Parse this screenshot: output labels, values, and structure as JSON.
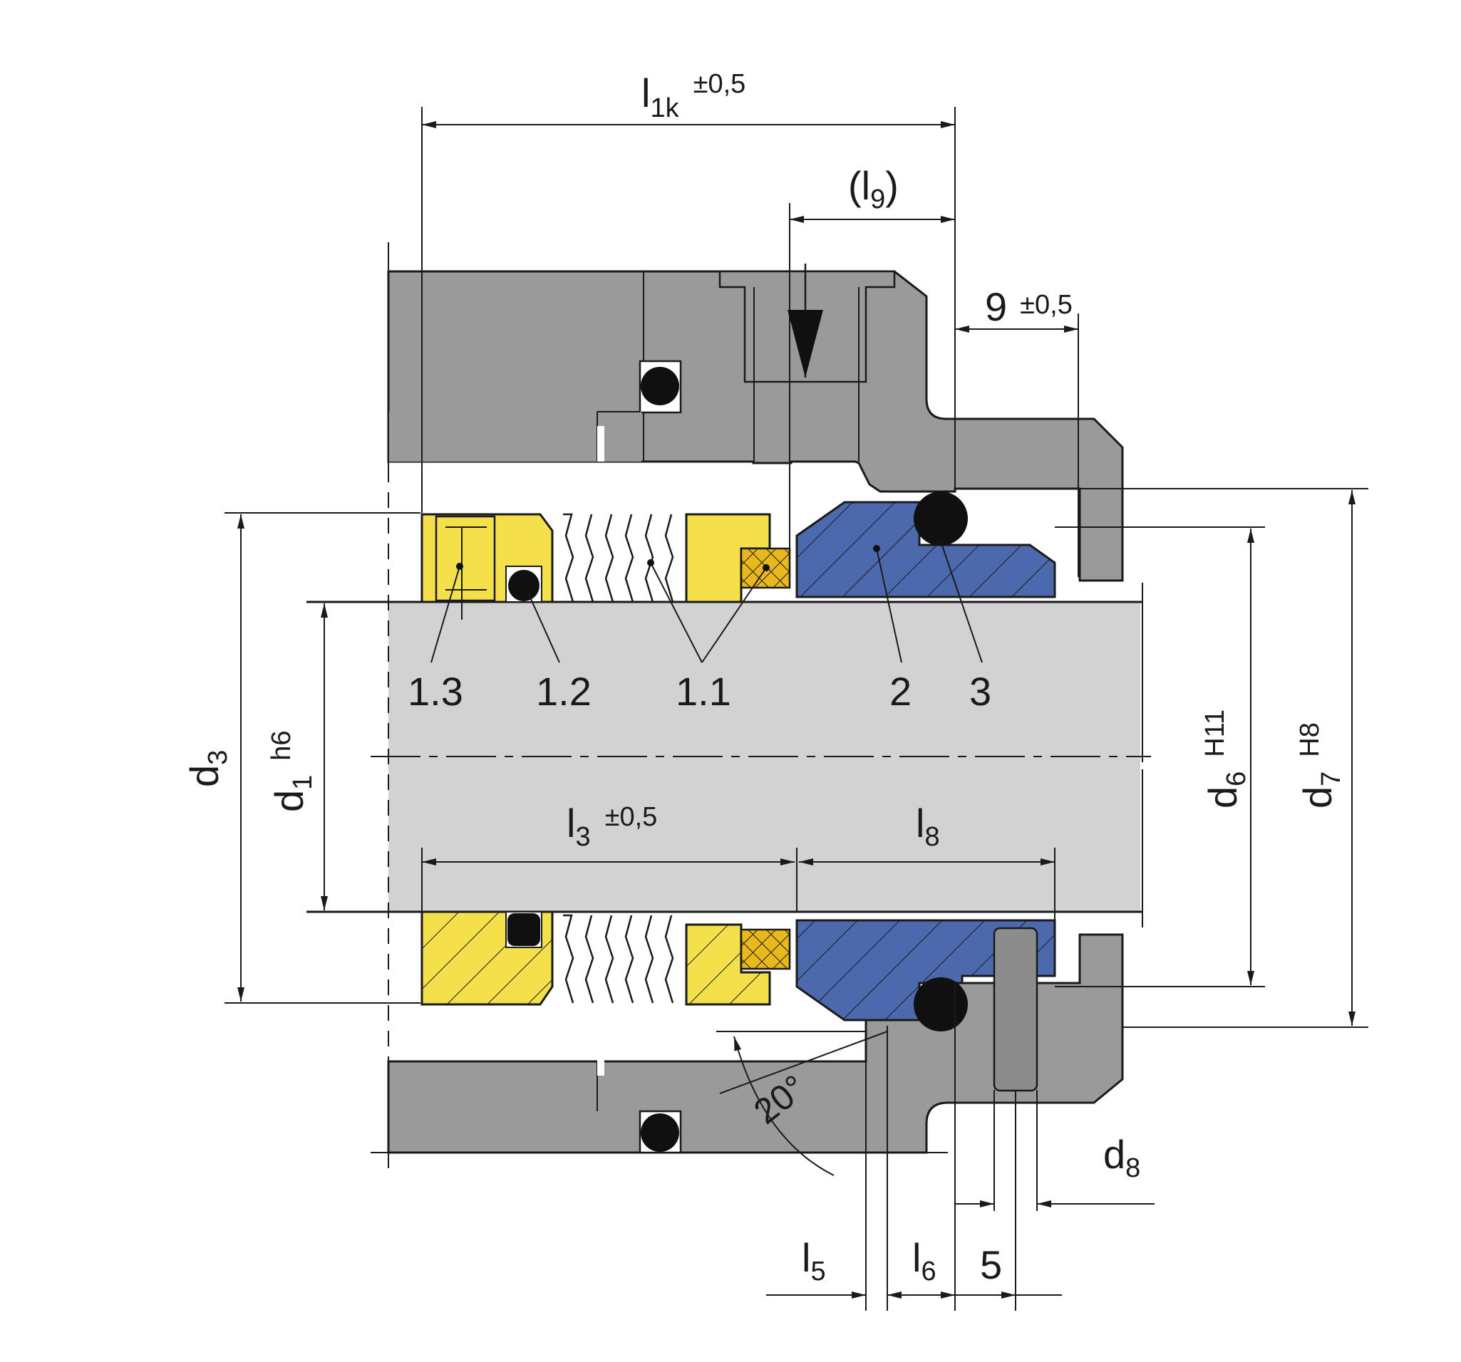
{
  "colors": {
    "housing": "#9a9a9a",
    "shaft": "#d2d2d2",
    "seal_head": "#f3e04b",
    "seal_face": "#e9c21c",
    "seat": "#4d69ad",
    "oring": "#101010",
    "pin": "#8c8c8c"
  },
  "dimensions": {
    "l1k": {
      "base": "l",
      "sub": "1k",
      "tol": "±0,5"
    },
    "l9": {
      "open": "(",
      "base": "l",
      "sub": "9",
      "close": ")"
    },
    "nine": {
      "base": "9",
      "tol": "±0,5"
    },
    "l3": {
      "base": "l",
      "sub": "3",
      "tol": "±0,5"
    },
    "l8": {
      "base": "l",
      "sub": "8"
    },
    "d3": {
      "base": "d",
      "sub": "3"
    },
    "d1": {
      "base": "d",
      "sub": "1",
      "tol": "h6"
    },
    "d6": {
      "base": "d",
      "sub": "6",
      "tol": "H11"
    },
    "d7": {
      "base": "d",
      "sub": "7",
      "tol": "H8"
    },
    "d8": {
      "base": "d",
      "sub": "8"
    },
    "l5": {
      "base": "l",
      "sub": "5"
    },
    "l6": {
      "base": "l",
      "sub": "6"
    },
    "five": {
      "base": "5"
    },
    "angle": "20°"
  },
  "parts": {
    "p13": "1.3",
    "p12": "1.2",
    "p11": "1.1",
    "p2": "2",
    "p3": "3"
  }
}
